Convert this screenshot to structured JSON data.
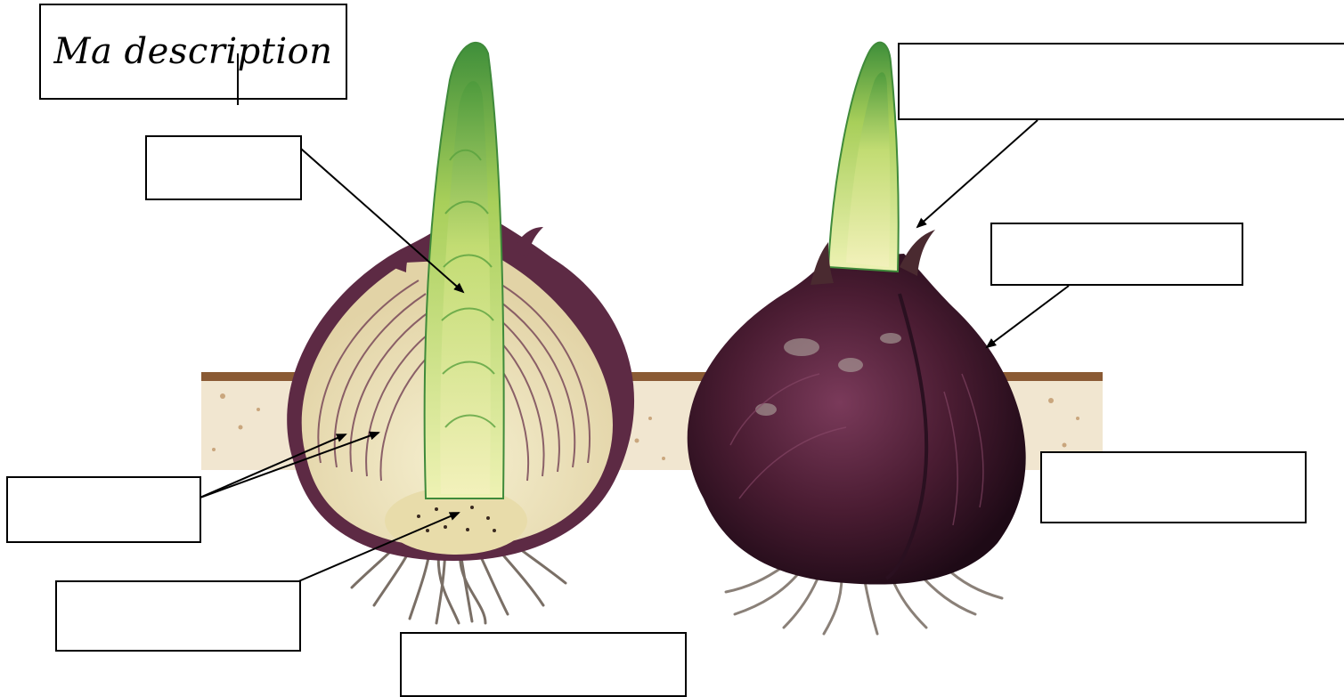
{
  "title": {
    "text": "Ma description"
  },
  "labels": [
    {
      "id": "lbl-top-left",
      "text": ""
    },
    {
      "id": "lbl-top-right",
      "text": ""
    },
    {
      "id": "lbl-mid-right",
      "text": ""
    },
    {
      "id": "lbl-left",
      "text": ""
    },
    {
      "id": "lbl-right",
      "text": ""
    },
    {
      "id": "lbl-lower-left",
      "text": ""
    },
    {
      "id": "lbl-bottom",
      "text": ""
    }
  ],
  "colors": {
    "shoot_green": "#8fc04a",
    "shoot_light": "#e6ee9a",
    "scale_cream": "#efe5c2",
    "scale_line": "#6b3b4e",
    "bulb_purple": "#4a1c32",
    "bulb_dark": "#2a1020",
    "soil": "#b98b5a",
    "root": "#7a6f66"
  }
}
